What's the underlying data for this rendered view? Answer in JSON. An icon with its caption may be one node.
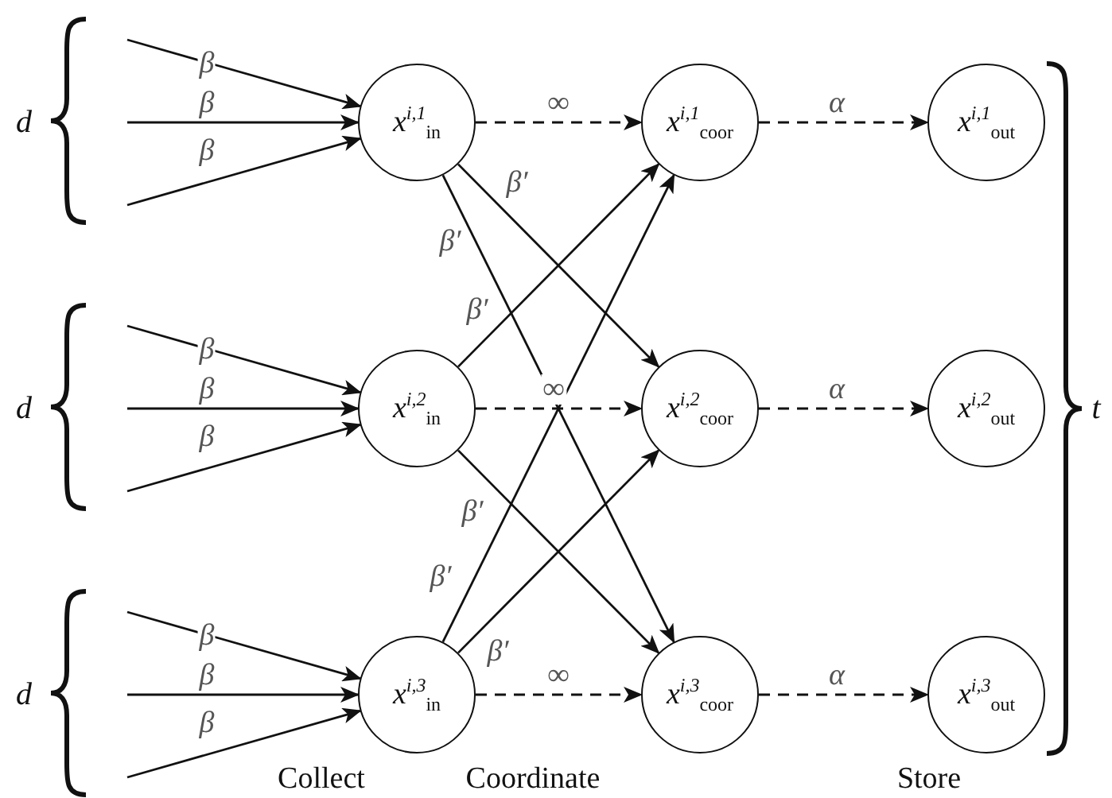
{
  "diagram": {
    "nodes": [
      {
        "text": [
          "x$^{i,1}$$_{in}$"
        ]
      },
      {
        "text": [
          "x$^{i,1}$$_{coor}$"
        ]
      },
      {
        "text": [
          "x$^{i,1}$$_{out}$"
        ]
      },
      {
        "text": [
          "x$^{i,2}$$_{in}$"
        ]
      },
      {
        "text": [
          "x$^{i,2}$$_{coor}$"
        ]
      },
      {
        "text": [
          "x$^{i,2}$$_{out}$"
        ]
      },
      {
        "text": [
          "x$^{i,3}$$_{in}$"
        ]
      },
      {
        "text": [
          "x$^{i,3}$$_{coor}$"
        ]
      },
      {
        "text": [
          "x$^{i,3}$$_{out}$"
        ]
      }
    ],
    "edges": [
      {
        "from": null,
        "to": 0,
        "arrow": "to",
        "label": "β"
      },
      {
        "from": null,
        "to": 0,
        "arrow": "to",
        "label": "β"
      },
      {
        "from": null,
        "to": 0,
        "arrow": "to",
        "label": "β"
      },
      {
        "from": null,
        "to": 3,
        "arrow": "to",
        "label": "β"
      },
      {
        "from": null,
        "to": 3,
        "arrow": "to",
        "label": "β"
      },
      {
        "from": null,
        "to": 3,
        "arrow": "to",
        "label": "β"
      },
      {
        "from": null,
        "to": 6,
        "arrow": "to",
        "label": "β"
      },
      {
        "from": null,
        "to": 6,
        "arrow": "to",
        "label": "β"
      },
      {
        "from": null,
        "to": 6,
        "arrow": "to",
        "label": "β"
      },
      {
        "from": 0,
        "to": 1,
        "arrow": "to",
        "label": "∞",
        "style": "dashed"
      },
      {
        "from": 1,
        "to": 2,
        "arrow": "to",
        "label": "α",
        "style": "dashed"
      },
      {
        "from": 0,
        "to": 4,
        "arrow": "to",
        "label": "β′"
      },
      {
        "from": 0,
        "to": 7,
        "arrow": "to",
        "label": "β′"
      },
      {
        "from": 3,
        "to": 4,
        "arrow": "to",
        "label": "∞",
        "style": "dashed"
      },
      {
        "from": 4,
        "to": 5,
        "arrow": "to",
        "label": "α",
        "style": "dashed"
      },
      {
        "from": 3,
        "to": 1,
        "arrow": "to",
        "label": "β′"
      },
      {
        "from": 3,
        "to": 7,
        "arrow": "to",
        "label": "β′"
      },
      {
        "from": 6,
        "to": 7,
        "arrow": "to",
        "label": "∞",
        "style": "dashed"
      },
      {
        "from": 7,
        "to": 8,
        "arrow": "to",
        "label": "α",
        "style": "dashed"
      },
      {
        "from": 6,
        "to": 1,
        "arrow": "to",
        "label": "β′"
      },
      {
        "from": 6,
        "to": 4,
        "arrow": "to",
        "label": "β′"
      }
    ],
    "labels": [
      "d",
      "d",
      "t",
      "d",
      "Collect",
      "Coordinate",
      "Store"
    ]
  }
}
